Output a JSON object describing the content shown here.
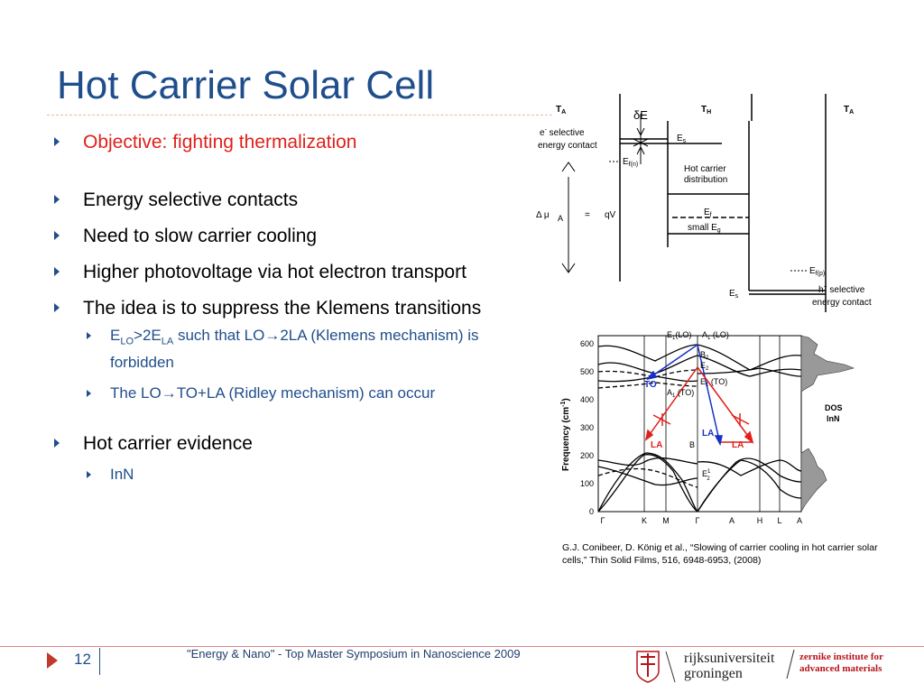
{
  "title": "Hot Carrier Solar Cell",
  "bullets": {
    "objective": "Objective: fighting thermalization",
    "contacts": "Energy selective contacts",
    "slow_cooling": "Need to slow carrier cooling",
    "photovoltage": "Higher photovoltage via hot electron transport",
    "klemens_intro": "The idea is to suppress the Klemens transitions",
    "klemens_E": "E",
    "klemens_sub1": "LO",
    "klemens_mid": ">2E",
    "klemens_sub2": "LA",
    "klemens_rest": " such that LO→2LA (Klemens mechanism) is forbidden",
    "ridley": "The LO→TO+LA (Ridley mechanism) can occur",
    "evidence": "Hot carrier evidence",
    "inn": "InN"
  },
  "band_diagram": {
    "ta_left": "T",
    "ta_left_sub": "A",
    "th": "T",
    "th_sub": "H",
    "ta_right": "T",
    "ta_right_sub": "A",
    "delta_e": "δE",
    "e_selective": "e",
    "e_selective_sup": "-",
    "e_selective_rest": " selective",
    "energy_contact": "energy contact",
    "es_top": "E",
    "es_top_sub": "s",
    "efn": "E",
    "efn_sub": "f(n)",
    "hot_carrier": "Hot carrier",
    "distribution": "distribution",
    "delta_mu": "Δ μ",
    "mu_sub": "A",
    "equals": "=",
    "qv": "qV",
    "ef": "E",
    "ef_sub": "f",
    "small_eg": "small E",
    "small_eg_sub": "g",
    "efp": "E",
    "efp_sub": "f(p)",
    "h_selective": "h",
    "h_selective_sup": "+",
    "h_selective_rest": " selective",
    "energy_contact2": "energy contact",
    "es_bottom": "E",
    "es_bottom_sub": "s"
  },
  "phonon_chart": {
    "ylabel": "Frequency (cm",
    "ylabel_sup": "-1",
    "ylabel_end": ")",
    "y_ticks": [
      "600",
      "500",
      "400",
      "300",
      "200",
      "100",
      "0"
    ],
    "x_ticks": [
      "Γ",
      "K",
      "M",
      "Γ",
      "A",
      "H",
      "L",
      "A"
    ],
    "labels": {
      "e1lo": "E",
      "e1lo_sub": "1",
      "e1lo_end": "(LO)",
      "a1lo": "A",
      "a1lo_sub": "1",
      "a1lo_end": " (LO)",
      "b2": "B",
      "b2_sub": "2",
      "e2": "E",
      "e2_sub": "2",
      "e1to": "E",
      "e1to_sub": "1",
      "e1to_end": " (TO)",
      "a1to": "A",
      "a1to_sub": "1",
      "a1to_end": " (TO)",
      "to": "TO",
      "la_left": "LA",
      "la_mid": "LA",
      "la_right": "LA",
      "b": "B",
      "e2_low": "E",
      "e2_low_sup": "1",
      "e2_low_sub": "2",
      "dos": "DOS",
      "inn": "InN"
    }
  },
  "caption": "G.J. Conibeer, D. König et al., “Slowing of carrier cooling in hot carrier solar cells,” Thin Solid Films, 516, 6948-6953, (2008)",
  "footer": {
    "page_number": "12",
    "text": "\"Energy & Nano\" - Top Master Symposium in Nanoscience 2009",
    "rug_line1": "rijksuniversiteit",
    "rug_line2": "groningen",
    "zernike_line1": "zernike institute for",
    "zernike_line2": "advanced materials"
  },
  "colors": {
    "title": "#1f4e8c",
    "objective": "#e0201b",
    "sub_bullet": "#1f4e8c",
    "la_arrow": "#e0201b",
    "to_arrow": "#1530c8"
  }
}
